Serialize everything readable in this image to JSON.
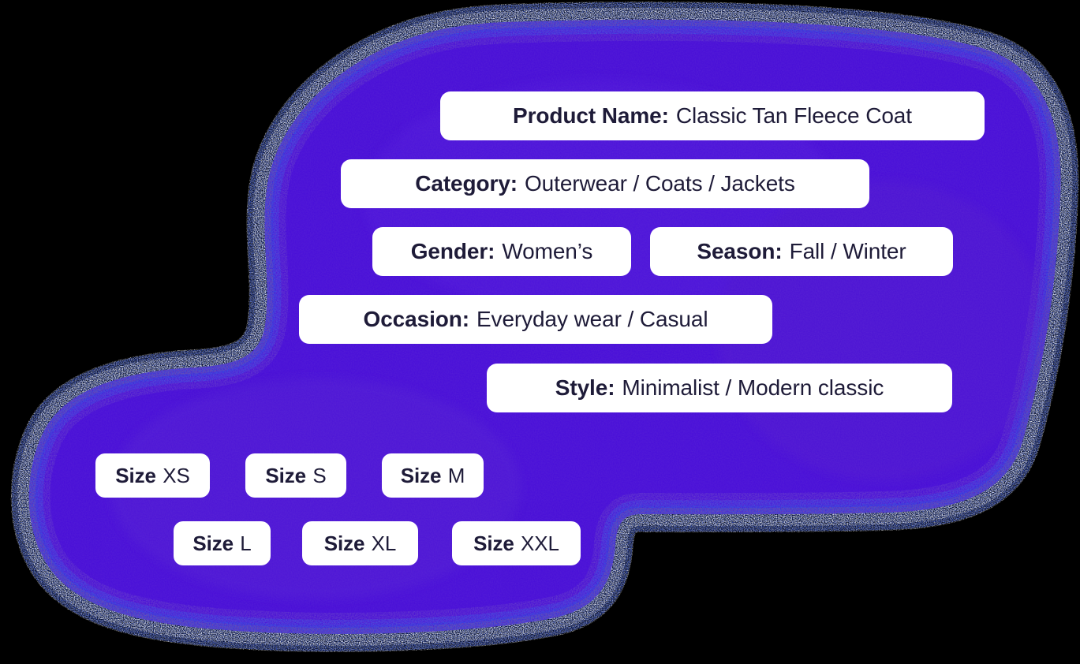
{
  "background": {
    "canvas_color": "#000000",
    "blob_core_color": "#4a10d8",
    "blob_mid_color": "#6b46c9",
    "blob_edge_color": "#2b4fe0",
    "blob_speckle_color": "#ffffff",
    "blob_rim_color": "#8a5a8a"
  },
  "theme": {
    "pill_background": "#ffffff",
    "pill_text_color": "#1e1b38"
  },
  "attributes": [
    {
      "id": "product",
      "label": "Product Name:",
      "value": "Classic Tan Fleece Coat"
    },
    {
      "id": "category",
      "label": "Category:",
      "value": "Outerwear / Coats / Jackets"
    },
    {
      "id": "gender",
      "label": "Gender:",
      "value": "Women’s"
    },
    {
      "id": "season",
      "label": "Season:",
      "value": "Fall / Winter"
    },
    {
      "id": "occasion",
      "label": "Occasion:",
      "value": "Everyday wear / Casual"
    },
    {
      "id": "style",
      "label": "Style:",
      "value": "Minimalist / Modern classic"
    }
  ],
  "sizes": [
    {
      "id": "xs",
      "label": "Size",
      "value": "XS"
    },
    {
      "id": "s",
      "label": "Size",
      "value": "S"
    },
    {
      "id": "m",
      "label": "Size",
      "value": "M"
    },
    {
      "id": "l",
      "label": "Size",
      "value": "L"
    },
    {
      "id": "xl",
      "label": "Size",
      "value": "XL"
    },
    {
      "id": "xxl",
      "label": "Size",
      "value": "XXL"
    }
  ]
}
